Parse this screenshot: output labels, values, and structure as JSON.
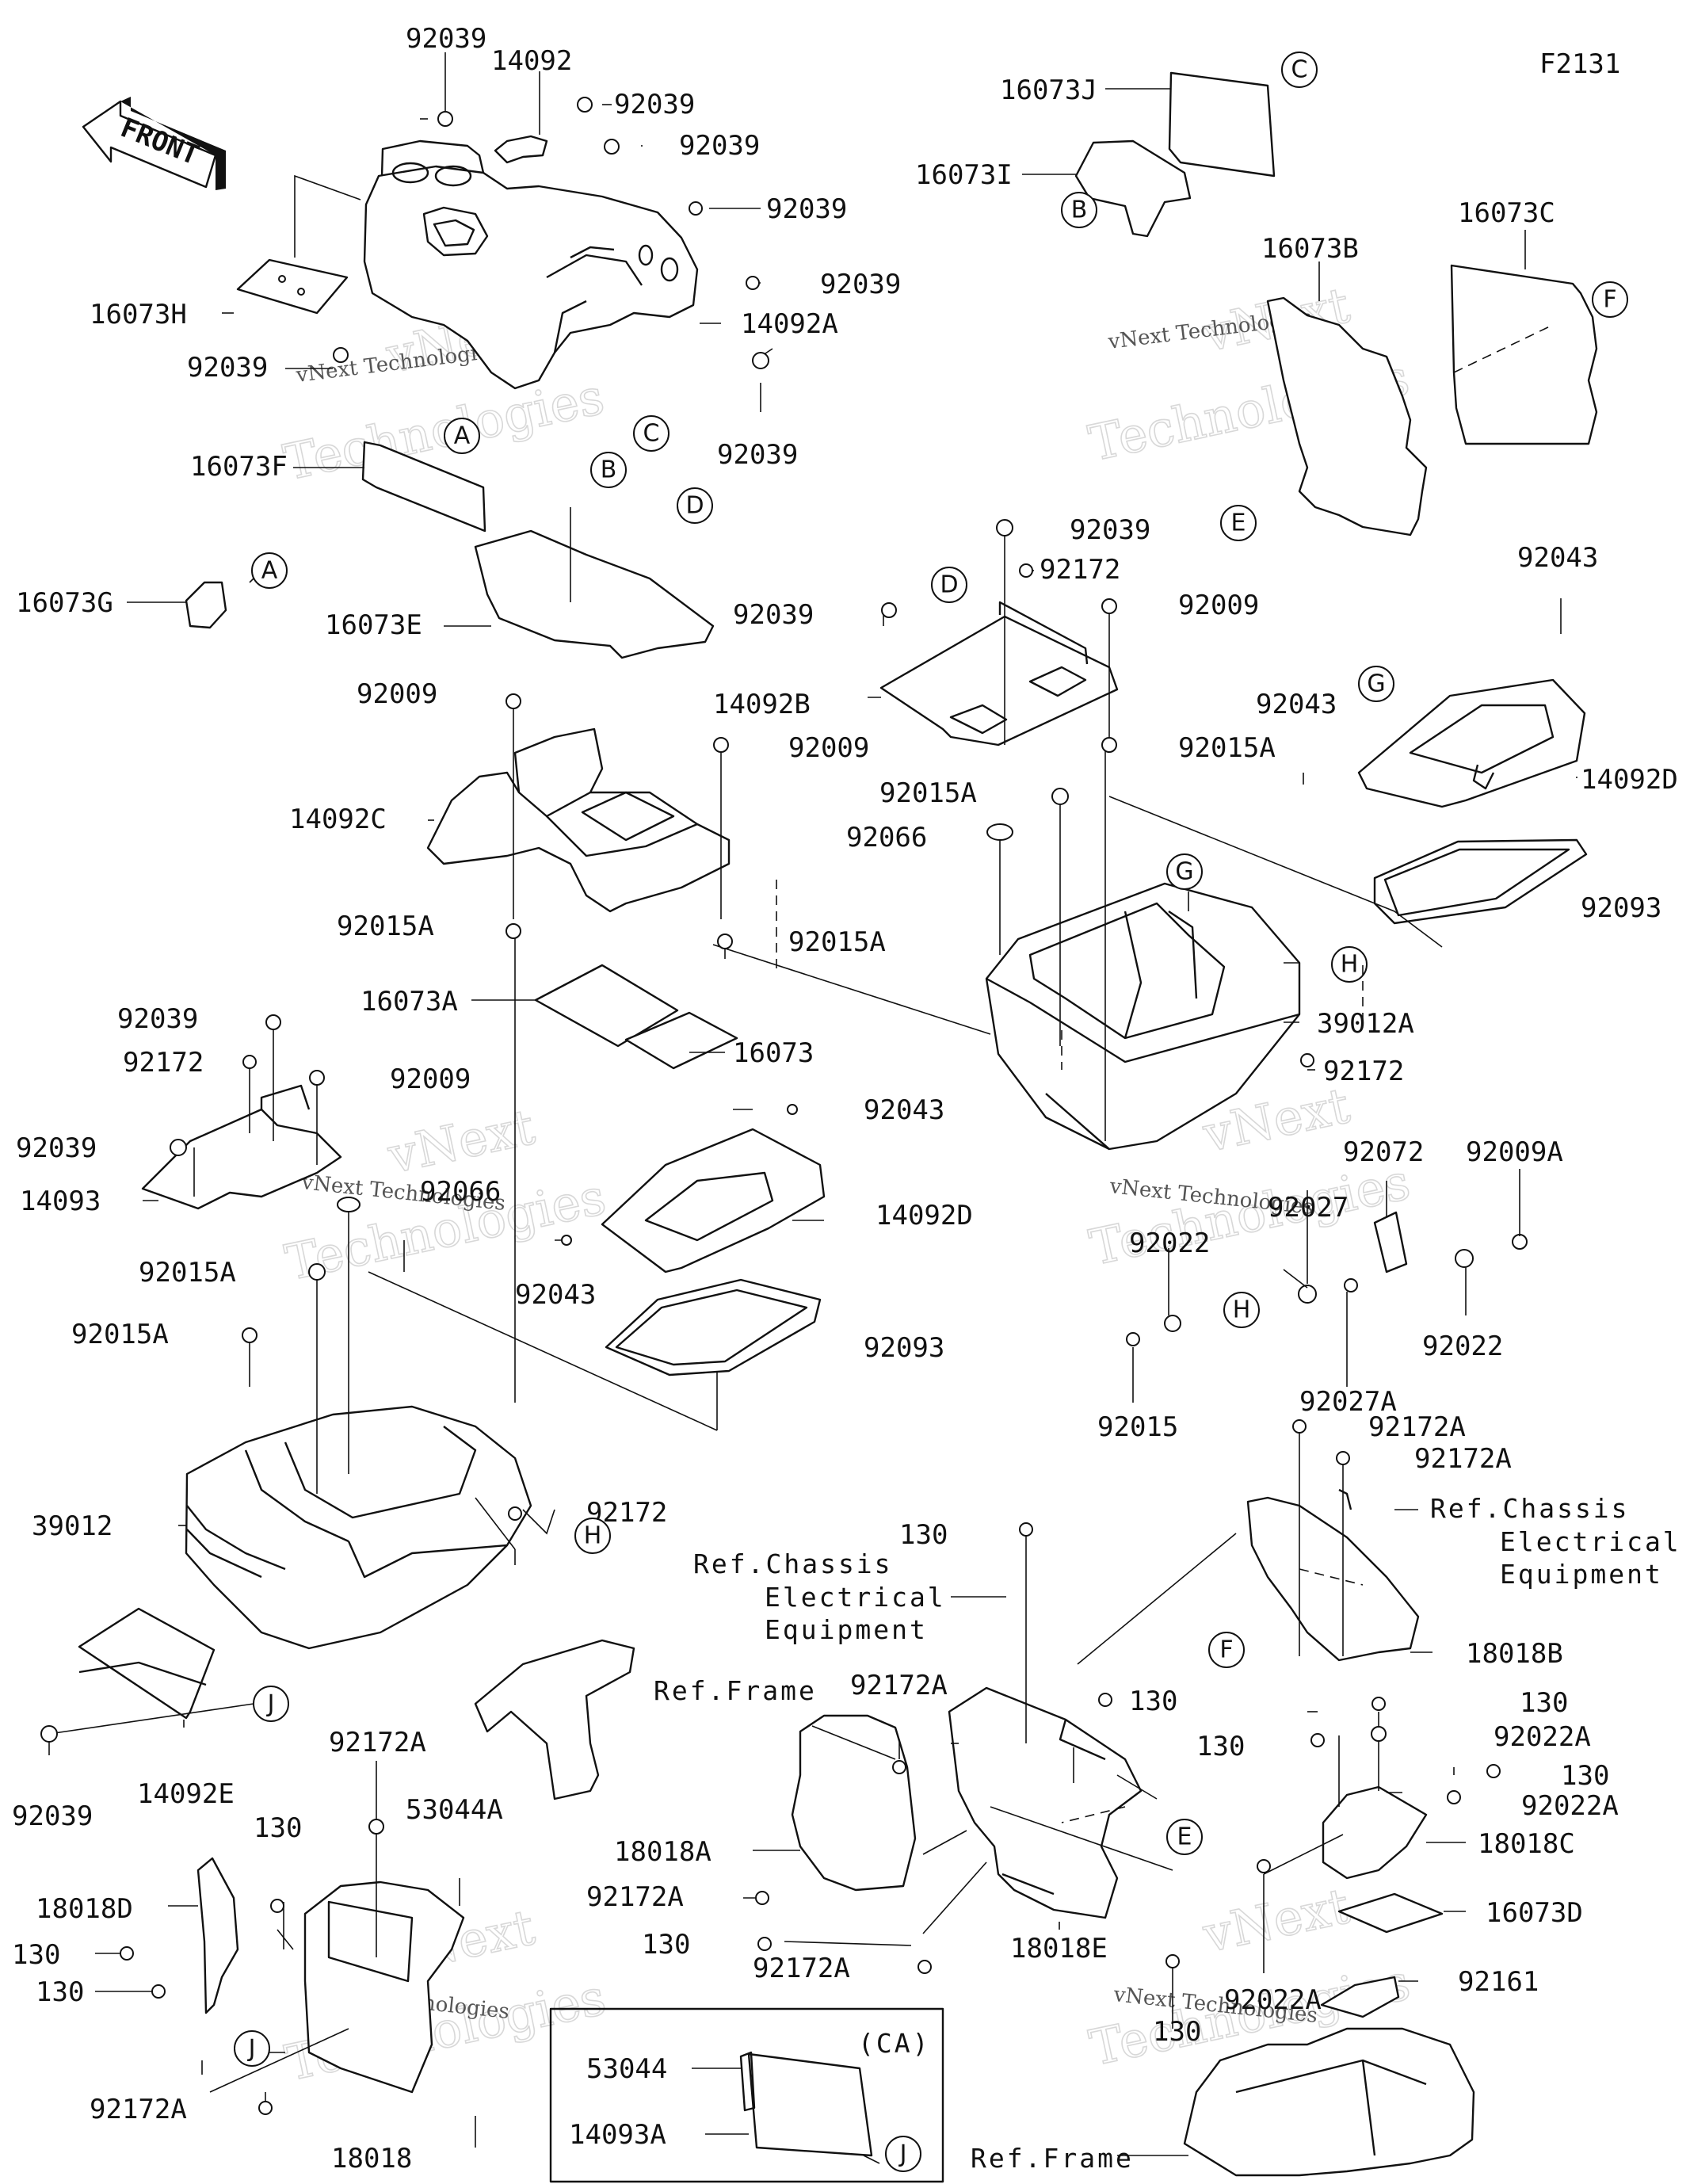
{
  "figure_id": "F2131",
  "front_label": "FRONT",
  "watermark": {
    "line1": "vNext",
    "line2": "Technologies",
    "small": "vNext Technologies"
  },
  "parts": [
    {
      "id": "p-92039-a",
      "text": "92039"
    },
    {
      "id": "p-14092",
      "text": "14092"
    },
    {
      "id": "p-92039-b",
      "text": "92039"
    },
    {
      "id": "p-92039-c",
      "text": "92039"
    },
    {
      "id": "p-92039-d",
      "text": "92039"
    },
    {
      "id": "p-92039-e",
      "text": "92039"
    },
    {
      "id": "p-14092A",
      "text": "14092A"
    },
    {
      "id": "p-16073H",
      "text": "16073H"
    },
    {
      "id": "p-92039-f",
      "text": "92039"
    },
    {
      "id": "p-92039-g",
      "text": "92039"
    },
    {
      "id": "p-16073F",
      "text": "16073F"
    },
    {
      "id": "p-16073G",
      "text": "16073G"
    },
    {
      "id": "p-16073E",
      "text": "16073E"
    },
    {
      "id": "p-16073J",
      "text": "16073J"
    },
    {
      "id": "p-16073I",
      "text": "16073I"
    },
    {
      "id": "p-16073B",
      "text": "16073B"
    },
    {
      "id": "p-16073C",
      "text": "16073C"
    },
    {
      "id": "p-92039-h",
      "text": "92039"
    },
    {
      "id": "p-92172-a",
      "text": "92172"
    },
    {
      "id": "p-92039-i",
      "text": "92039"
    },
    {
      "id": "p-92009-a",
      "text": "92009"
    },
    {
      "id": "p-14092B",
      "text": "14092B"
    },
    {
      "id": "p-92043-a",
      "text": "92043"
    },
    {
      "id": "p-92043-b",
      "text": "92043"
    },
    {
      "id": "p-14092D-a",
      "text": "14092D"
    },
    {
      "id": "p-92015A-a",
      "text": "92015A"
    },
    {
      "id": "p-92015A-b",
      "text": "92015A"
    },
    {
      "id": "p-92066-a",
      "text": "92066"
    },
    {
      "id": "p-92093-a",
      "text": "92093"
    },
    {
      "id": "p-39012A",
      "text": "39012A"
    },
    {
      "id": "p-92172-b",
      "text": "92172"
    },
    {
      "id": "p-92009-b",
      "text": "92009"
    },
    {
      "id": "p-92009-c",
      "text": "92009"
    },
    {
      "id": "p-14092C",
      "text": "14092C"
    },
    {
      "id": "p-92015A-c",
      "text": "92015A"
    },
    {
      "id": "p-92015A-d",
      "text": "92015A"
    },
    {
      "id": "p-16073A",
      "text": "16073A"
    },
    {
      "id": "p-16073",
      "text": "16073"
    },
    {
      "id": "p-92039-j",
      "text": "92039"
    },
    {
      "id": "p-92172-c",
      "text": "92172"
    },
    {
      "id": "p-92009-d",
      "text": "92009"
    },
    {
      "id": "p-92039-k",
      "text": "92039"
    },
    {
      "id": "p-14093",
      "text": "14093"
    },
    {
      "id": "p-92066-b",
      "text": "92066"
    },
    {
      "id": "p-92043-c",
      "text": "92043"
    },
    {
      "id": "p-14092D-b",
      "text": "14092D"
    },
    {
      "id": "p-92043-d",
      "text": "92043"
    },
    {
      "id": "p-92015A-e",
      "text": "92015A"
    },
    {
      "id": "p-92015A-f",
      "text": "92015A"
    },
    {
      "id": "p-92093-b",
      "text": "92093"
    },
    {
      "id": "p-39012",
      "text": "39012"
    },
    {
      "id": "p-92172-d",
      "text": "92172"
    },
    {
      "id": "p-92072",
      "text": "92072"
    },
    {
      "id": "p-92009A",
      "text": "92009A"
    },
    {
      "id": "p-92027",
      "text": "92027"
    },
    {
      "id": "p-92022-a",
      "text": "92022"
    },
    {
      "id": "p-92027A",
      "text": "92027A"
    },
    {
      "id": "p-92022-b",
      "text": "92022"
    },
    {
      "id": "p-92015",
      "text": "92015"
    },
    {
      "id": "p-92172A-a",
      "text": "92172A"
    },
    {
      "id": "p-92172A-b",
      "text": "92172A"
    },
    {
      "id": "p-18018B",
      "text": "18018B"
    },
    {
      "id": "p-130-a",
      "text": "130"
    },
    {
      "id": "p-92172A-c",
      "text": "92172A"
    },
    {
      "id": "p-130-b",
      "text": "130"
    },
    {
      "id": "p-130-c",
      "text": "130"
    },
    {
      "id": "p-130-d",
      "text": "130"
    },
    {
      "id": "p-92022A-a",
      "text": "92022A"
    },
    {
      "id": "p-130-e",
      "text": "130"
    },
    {
      "id": "p-92022A-b",
      "text": "92022A"
    },
    {
      "id": "p-18018C",
      "text": "18018C"
    },
    {
      "id": "p-16073D",
      "text": "16073D"
    },
    {
      "id": "p-92161",
      "text": "92161"
    },
    {
      "id": "p-92022A-c",
      "text": "92022A"
    },
    {
      "id": "p-130-f",
      "text": "130"
    },
    {
      "id": "p-18018A",
      "text": "18018A"
    },
    {
      "id": "p-92172A-d",
      "text": "92172A"
    },
    {
      "id": "p-130-g",
      "text": "130"
    },
    {
      "id": "p-92172A-e",
      "text": "92172A"
    },
    {
      "id": "p-18018E",
      "text": "18018E"
    },
    {
      "id": "p-92039-l",
      "text": "92039"
    },
    {
      "id": "p-14092E",
      "text": "14092E"
    },
    {
      "id": "p-92172A-f",
      "text": "92172A"
    },
    {
      "id": "p-53044A",
      "text": "53044A"
    },
    {
      "id": "p-130-h",
      "text": "130"
    },
    {
      "id": "p-18018D",
      "text": "18018D"
    },
    {
      "id": "p-130-i",
      "text": "130"
    },
    {
      "id": "p-130-j",
      "text": "130"
    },
    {
      "id": "p-92172A-g",
      "text": "92172A"
    },
    {
      "id": "p-18018",
      "text": "18018"
    },
    {
      "id": "p-53044",
      "text": "53044"
    },
    {
      "id": "p-14093A",
      "text": "14093A"
    }
  ],
  "refs": {
    "chassis_1": [
      "Ref.Chassis",
      "Electrical",
      "Equipment"
    ],
    "chassis_2": [
      "Ref.Chassis",
      "Electrical",
      "Equipment"
    ],
    "frame_1": "Ref.Frame",
    "frame_2": "Ref.Frame",
    "variant": "(CA)"
  },
  "callouts": [
    "A",
    "B",
    "C",
    "D",
    "E",
    "F",
    "G",
    "H",
    "J"
  ]
}
